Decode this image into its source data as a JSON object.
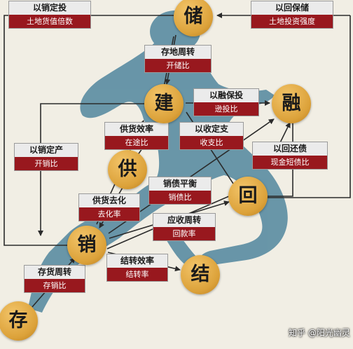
{
  "nodes": {
    "chu": "储",
    "jian": "建",
    "rong": "融",
    "gong": "供",
    "hui": "回",
    "xiao": "销",
    "jie": "结",
    "cun": "存"
  },
  "labels": {
    "xiao_ding_tou": {
      "title": "以销定投",
      "metric": "土地货值倍数"
    },
    "hui_bao_chu": {
      "title": "以回保储",
      "metric": "土地投资强度"
    },
    "di_zhou_zhuan": {
      "title": "存地周转",
      "metric": "开储比"
    },
    "rong_bao_tou": {
      "title": "以融保投",
      "metric": "逊投比"
    },
    "gong_huo_xiao_lv": {
      "title": "供货效率",
      "metric": "在途比"
    },
    "shou_ding_zhi": {
      "title": "以收定支",
      "metric": "收支比"
    },
    "xiao_ding_chan": {
      "title": "以销定产",
      "metric": "开销比"
    },
    "hui_huan_zhai": {
      "title": "以回还债",
      "metric": "现金短债比"
    },
    "xiao_zhai_ping_heng": {
      "title": "销债平衡",
      "metric": "销债比"
    },
    "gong_huo_qu_hua": {
      "title": "供货去化",
      "metric": "去化率"
    },
    "ying_shou_zhou_zhuan": {
      "title": "应收周转",
      "metric": "回款率"
    },
    "jie_zhuan_xiao_lv": {
      "title": "结转效率",
      "metric": "结转率"
    },
    "cun_huo_zhou_zhuan": {
      "title": "存货周转",
      "metric": "存销比"
    }
  },
  "watermark": "知乎 @阳光幽灵",
  "colors": {
    "background": "#f1eee4",
    "figure": "#5d8ea3",
    "node": "#dca23a",
    "label_top": "#ebebeb",
    "label_bottom": "#98181e",
    "line": "#2b2b2b"
  }
}
